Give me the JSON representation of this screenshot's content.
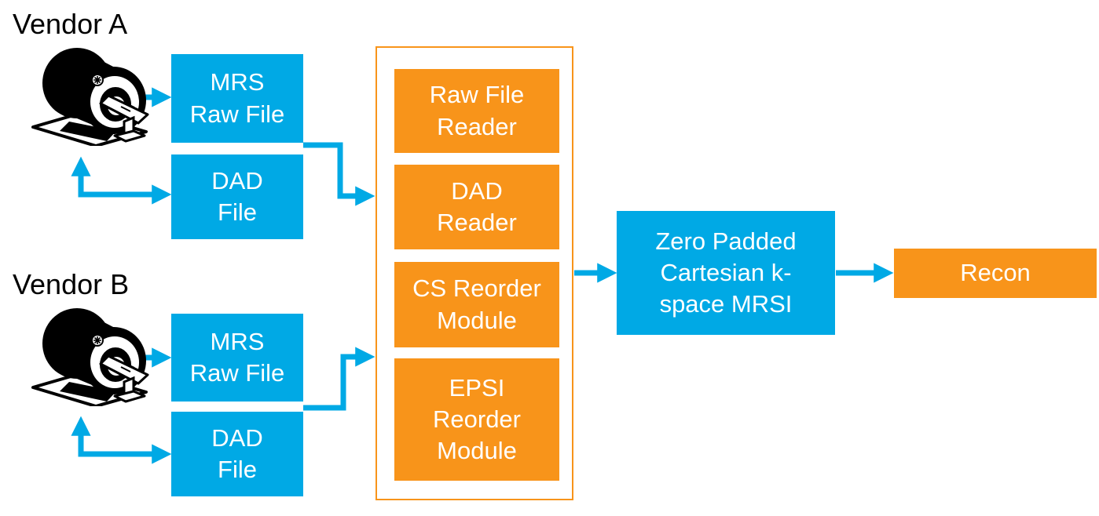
{
  "diagram": {
    "vendors": [
      {
        "label": "Vendor A"
      },
      {
        "label": "Vendor B"
      }
    ],
    "nodes": {
      "mrs_raw_file_a": {
        "label": "MRS\nRaw File",
        "color": "blue"
      },
      "dad_file_a": {
        "label": "DAD\nFile",
        "color": "blue"
      },
      "mrs_raw_file_b": {
        "label": "MRS\nRaw File",
        "color": "blue"
      },
      "dad_file_b": {
        "label": "DAD\nFile",
        "color": "blue"
      },
      "raw_file_reader": {
        "label": "Raw File\nReader",
        "color": "orange"
      },
      "dad_reader": {
        "label": "DAD\nReader",
        "color": "orange"
      },
      "cs_reorder_module": {
        "label": "CS Reorder\nModule",
        "color": "orange"
      },
      "epsi_reorder_module": {
        "label": "EPSI\nReorder\nModule",
        "color": "orange"
      },
      "zero_padded_kspace": {
        "label": "Zero Padded\nCartesian k-\nspace MRSI",
        "color": "blue"
      },
      "recon": {
        "label": "Recon",
        "color": "orange"
      }
    },
    "icons": {
      "mri_scanner": "mri-scanner-icon"
    },
    "colors": {
      "blue": "#00A9E5",
      "orange": "#F8941A",
      "box_text": "#FFFFFF",
      "label_text": "#000000",
      "background": "#FFFFFF"
    }
  }
}
